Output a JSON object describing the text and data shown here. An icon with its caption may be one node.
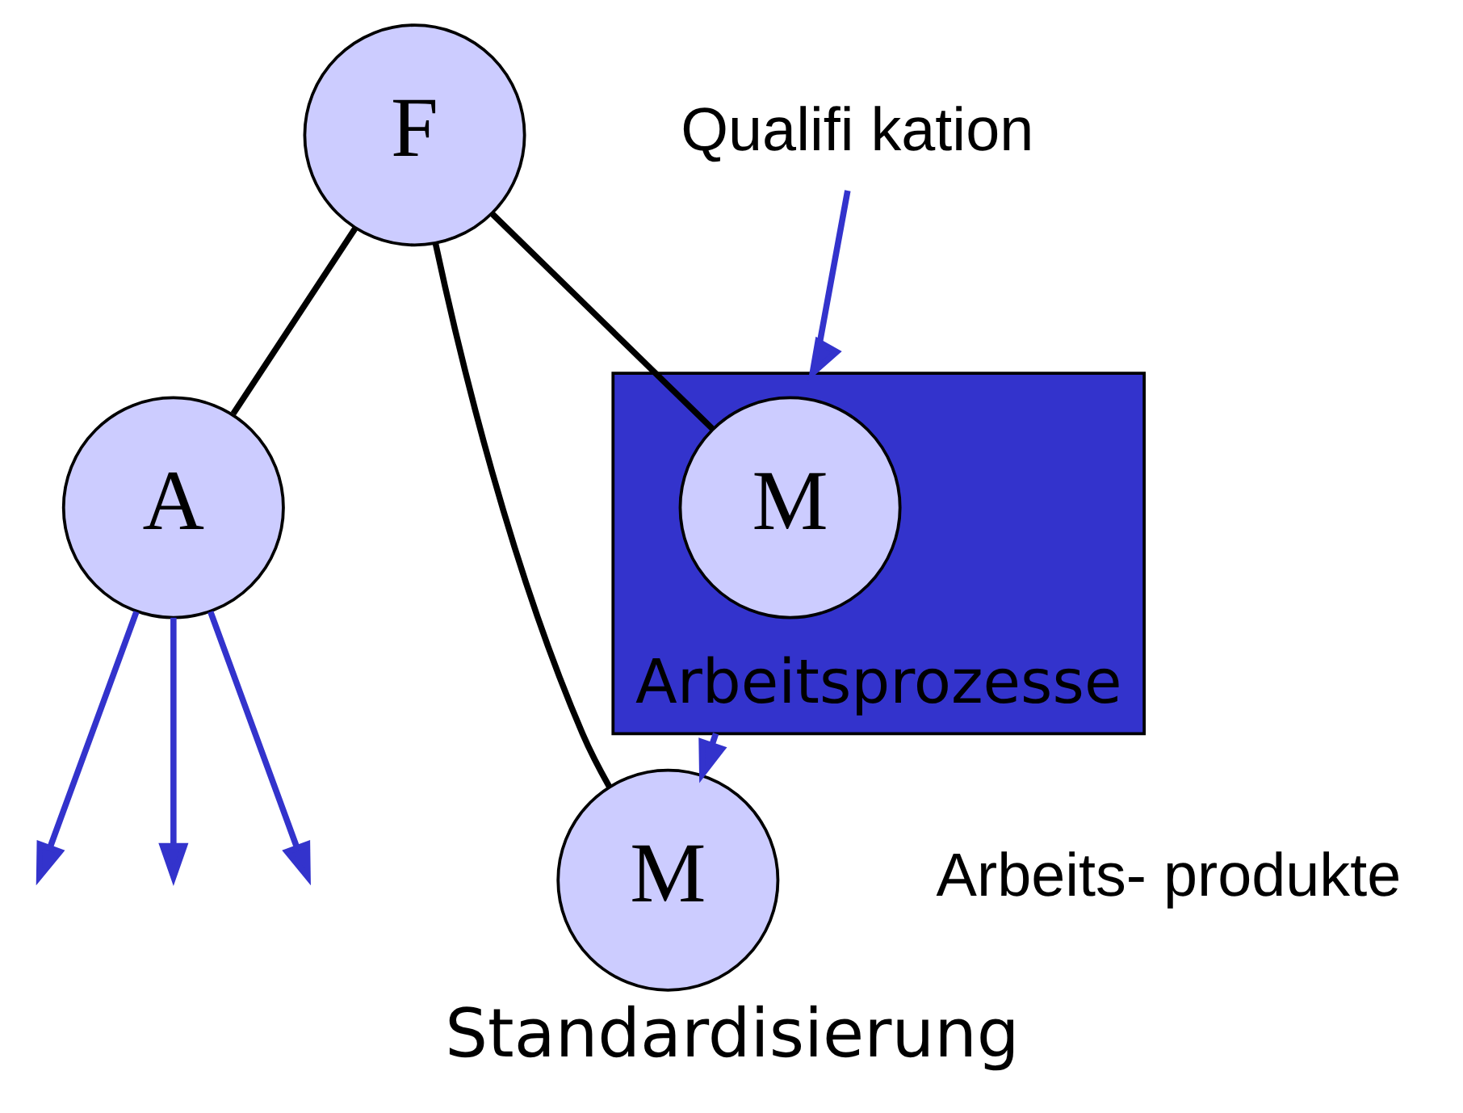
{
  "diagram": {
    "caption": "Standardisierung",
    "nodes": [
      {
        "text": [
          "F"
        ]
      },
      {
        "text": [
          "A"
        ]
      },
      {
        "text": [],
        "shape": "box",
        "beside": [
          "Arbeitsprozesse"
        ]
      },
      {
        "text": [
          "M"
        ],
        "in": 2
      },
      {
        "text": [
          "M"
        ],
        "beside": [
          "Arbeits- produkte"
        ]
      },
      {
        "text": [
          "Qualifi kation"
        ]
      }
    ],
    "edges": [
      {
        "from": 0,
        "to": 1,
        "arrow": "none",
        "color": "#000000"
      },
      {
        "from": 0,
        "to": 3,
        "arrow": "none",
        "color": "#000000"
      },
      {
        "from": 0,
        "to": 4,
        "arrow": "none",
        "color": "#000000"
      },
      {
        "from": 1,
        "to": null,
        "arrow": "to"
      },
      {
        "from": 1,
        "to": null,
        "arrow": "to"
      },
      {
        "from": 1,
        "to": null,
        "arrow": "to"
      },
      {
        "from": 5,
        "to": 2,
        "arrow": "to"
      },
      {
        "from": 2,
        "to": 4,
        "arrow": "to"
      }
    ]
  }
}
